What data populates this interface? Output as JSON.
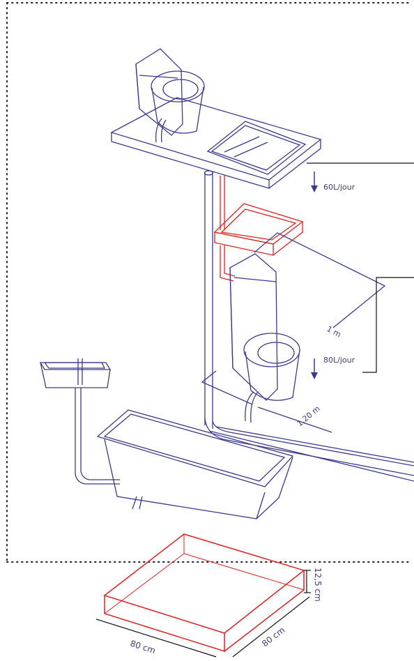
{
  "labels": {
    "flow_upper": "60L/jour",
    "flow_lower": "80L/jour",
    "floor_width": "1 m",
    "floor_depth": "1,20 m",
    "tray_height": "12,5 cm",
    "tray_width": "80 cm",
    "tray_depth": "80 cm"
  },
  "colors": {
    "plumbing": "#3a3a8c",
    "highlight": "#e02020",
    "border": "#222222",
    "leader": "#111111"
  }
}
